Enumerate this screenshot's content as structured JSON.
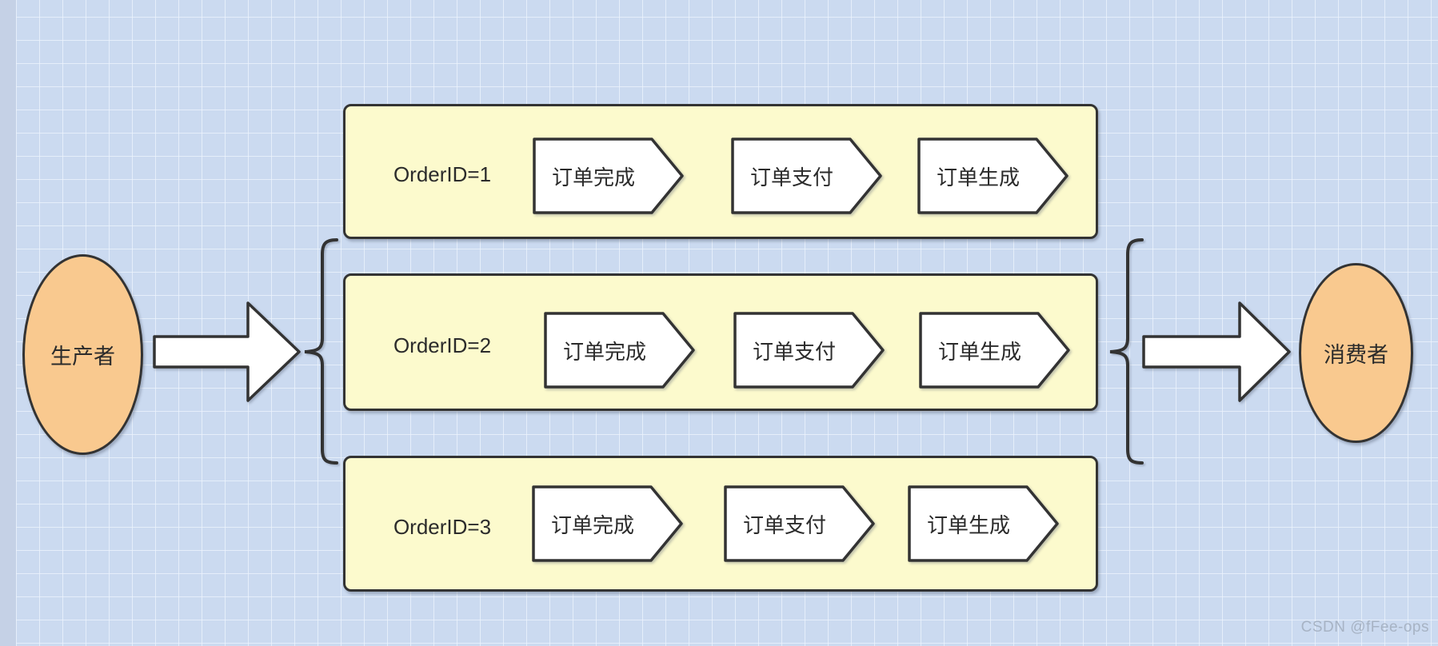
{
  "diagram": {
    "producer_label": "生产者",
    "consumer_label": "消费者",
    "queues": [
      {
        "label": "OrderID=1",
        "stages": [
          "订单完成",
          "订单支付",
          "订单生成"
        ]
      },
      {
        "label": "OrderID=2",
        "stages": [
          "订单完成",
          "订单支付",
          "订单生成"
        ]
      },
      {
        "label": "OrderID=3",
        "stages": [
          "订单完成",
          "订单支付",
          "订单生成"
        ]
      }
    ],
    "watermark": "CSDN @fFee-ops"
  },
  "shapes": {
    "producer_arrow": "block-arrow-right",
    "consumer_arrow": "block-arrow-right",
    "left_grouping": "curly-brace",
    "right_grouping": "curly-brace"
  },
  "colors": {
    "background": "#cbdaf0",
    "grid_line": "#eef4fd",
    "node_fill": "#f9c98f",
    "queue_fill": "#fcfacd",
    "stage_fill": "#ffffff",
    "stroke": "#333333",
    "watermark": "#a7b3c4"
  }
}
